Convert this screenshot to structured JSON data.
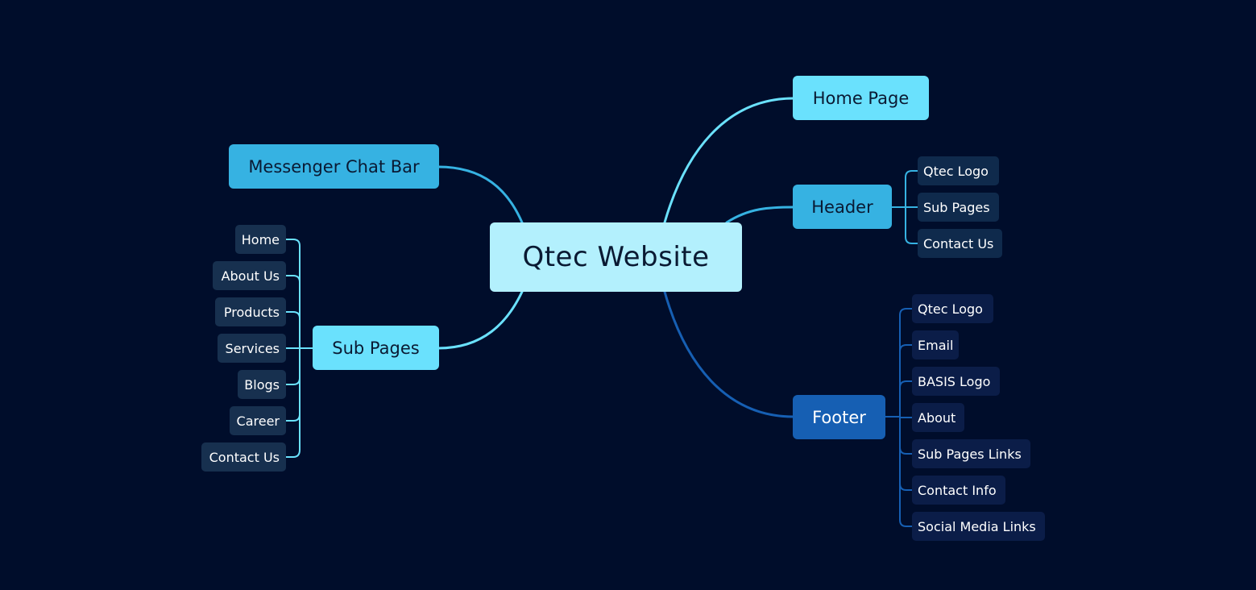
{
  "central": "Qtec Website",
  "left": {
    "messenger": "Messenger Chat Bar",
    "subpages": {
      "label": "Sub Pages",
      "children": [
        "Home",
        "About Us",
        "Products",
        "Services",
        "Blogs",
        "Career",
        "Contact Us"
      ]
    }
  },
  "right": {
    "home": "Home Page",
    "header": {
      "label": "Header",
      "children": [
        "Qtec Logo",
        "Sub Pages",
        "Contact Us"
      ]
    },
    "footer": {
      "label": "Footer",
      "children": [
        "Qtec Logo",
        "Email",
        "BASIS Logo",
        "About",
        "Sub Pages Links",
        "Contact Info",
        "Social Media Links"
      ]
    }
  },
  "colors": {
    "background": "#000d2b",
    "central": "#b3f0fd",
    "cyan": "#6ae1fd",
    "sky": "#36b2e2",
    "blue": "#165fb3"
  }
}
